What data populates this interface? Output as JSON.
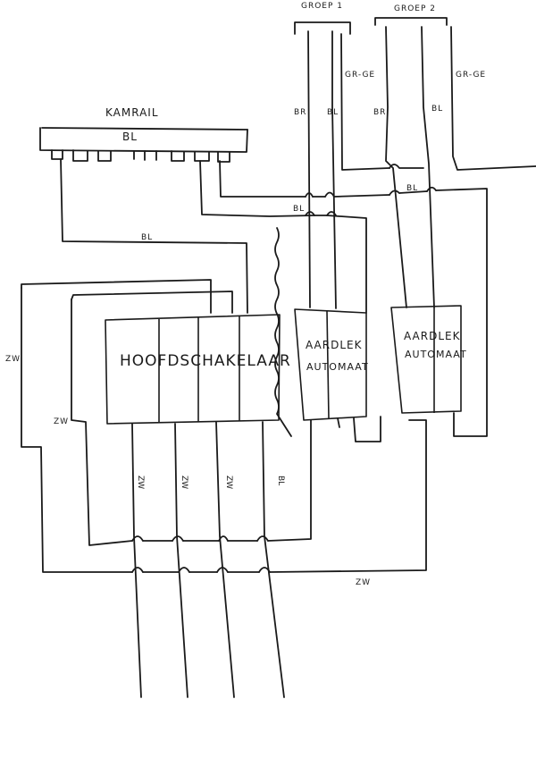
{
  "labels": {
    "groep1": "GROEP 1",
    "groep2": "GROEP 2",
    "kamrail": "KAMRAIL",
    "bl_rail": "BL",
    "bl_loop": "BL",
    "bl_bus1": "BL",
    "bl_bus2": "BL",
    "g1_br": "BR",
    "g1_bl": "BL",
    "g1_grge": "GR-GE",
    "g2_br": "BR",
    "g2_bl": "BL",
    "g2_grge": "GR-GE",
    "hoofdschakelaar": "HOOFDSCHAKELAAR",
    "aardlek1_line1": "AARDLEK",
    "aardlek1_line2": "AUTOMAAT",
    "aardlek2_line1": "AARDLEK",
    "aardlek2_line2": "AUTOMAAT",
    "zw_left": "ZW",
    "zw_inner": "ZW",
    "zw_bottom": "ZW",
    "out1": "ZW",
    "out2": "ZW",
    "out3": "ZW",
    "out4": "BL"
  }
}
